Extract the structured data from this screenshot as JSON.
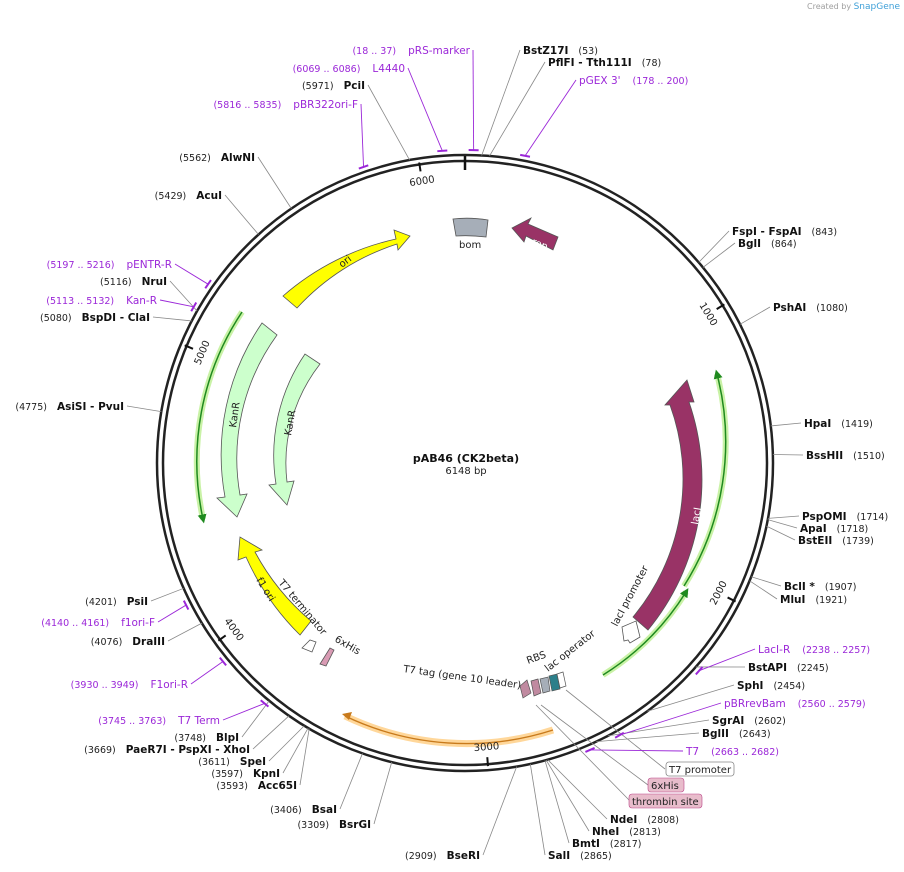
{
  "credit": {
    "prefix": "Created by",
    "brand": "SnapGene"
  },
  "plasmid": {
    "name": "pAB46 (CK2beta)",
    "size_label": "6148 bp",
    "length": 6148
  },
  "tick_labels": [
    {
      "bp": 1000,
      "label": "1000"
    },
    {
      "bp": 2000,
      "label": "2000"
    },
    {
      "bp": 3000,
      "label": "3000"
    },
    {
      "bp": 4000,
      "label": "4000"
    },
    {
      "bp": 5000,
      "label": "5000"
    },
    {
      "bp": 6000,
      "label": "6000"
    }
  ],
  "sites": [
    {
      "name": "BstZ17I",
      "pos": "(53)",
      "bp": 53
    },
    {
      "name": "PflFI  - Tth111I",
      "pos": "(78)",
      "bp": 78
    },
    {
      "name": "FspI  - FspAI",
      "pos": "(843)",
      "bp": 843
    },
    {
      "name": "BglI",
      "pos": "(864)",
      "bp": 864
    },
    {
      "name": "PshAI",
      "pos": "(1080)",
      "bp": 1080
    },
    {
      "name": "HpaI",
      "pos": "(1419)",
      "bp": 1419
    },
    {
      "name": "BssHII",
      "pos": "(1510)",
      "bp": 1510
    },
    {
      "name": "PspOMI",
      "pos": "(1714)",
      "bp": 1714
    },
    {
      "name": "ApaI",
      "pos": "(1718)",
      "bp": 1718
    },
    {
      "name": "BstEII",
      "pos": "(1739)",
      "bp": 1739
    },
    {
      "name": "BclI *",
      "pos": "(1907)",
      "bp": 1907
    },
    {
      "name": "MluI",
      "pos": "(1921)",
      "bp": 1921
    },
    {
      "name": "BstAPI",
      "pos": "(2245)",
      "bp": 2245
    },
    {
      "name": "SphI",
      "pos": "(2454)",
      "bp": 2454
    },
    {
      "name": "SgrAI",
      "pos": "(2602)",
      "bp": 2602
    },
    {
      "name": "BglII",
      "pos": "(2643)",
      "bp": 2643
    },
    {
      "name": "NdeI",
      "pos": "(2808)",
      "bp": 2808
    },
    {
      "name": "NheI",
      "pos": "(2813)",
      "bp": 2813
    },
    {
      "name": "BmtI",
      "pos": "(2817)",
      "bp": 2817
    },
    {
      "name": "SalI",
      "pos": "(2865)",
      "bp": 2865
    },
    {
      "name": "BseRI",
      "pos": "(2909)",
      "bp": 2909
    },
    {
      "name": "BsrGI",
      "pos": "(3309)",
      "bp": 3309
    },
    {
      "name": "BsaI",
      "pos": "(3406)",
      "bp": 3406
    },
    {
      "name": "Acc65I",
      "pos": "(3593)",
      "bp": 3593
    },
    {
      "name": "KpnI",
      "pos": "(3597)",
      "bp": 3597
    },
    {
      "name": "SpeI",
      "pos": "(3611)",
      "bp": 3611
    },
    {
      "name": "PaeR7I  - PspXI  - XhoI",
      "pos": "(3669)",
      "bp": 3669
    },
    {
      "name": "BlpI",
      "pos": "(3748)",
      "bp": 3748
    },
    {
      "name": "DraIII",
      "pos": "(4076)",
      "bp": 4076
    },
    {
      "name": "PsiI",
      "pos": "(4201)",
      "bp": 4201
    },
    {
      "name": "AsiSI  - PvuI",
      "pos": "(4775)",
      "bp": 4775
    },
    {
      "name": "BspDI  - ClaI",
      "pos": "(5080)",
      "bp": 5080
    },
    {
      "name": "NruI",
      "pos": "(5116)",
      "bp": 5116
    },
    {
      "name": "AcuI",
      "pos": "(5429)",
      "bp": 5429
    },
    {
      "name": "AlwNI",
      "pos": "(5562)",
      "bp": 5562
    },
    {
      "name": "PciI",
      "pos": "(5971)",
      "bp": 5971
    }
  ],
  "primers": [
    {
      "name": "pRS-marker",
      "range": "(18 .. 37)",
      "bp": 27
    },
    {
      "name": "L4440",
      "range": "(6069 .. 6086)",
      "bp": 6077
    },
    {
      "name": "pBR322ori-F",
      "range": "(5816 .. 5835)",
      "bp": 5825
    },
    {
      "name": "pGEX 3'",
      "range": "(178 .. 200)",
      "bp": 189
    },
    {
      "name": "pENTR-R",
      "range": "(5197 .. 5216)",
      "bp": 5206
    },
    {
      "name": "Kan-R",
      "range": "(5113 .. 5132)",
      "bp": 5122
    },
    {
      "name": "LacI-R",
      "range": "(2238 .. 2257)",
      "bp": 2247
    },
    {
      "name": "pBRrevBam",
      "range": "(2560 .. 2579)",
      "bp": 2569
    },
    {
      "name": "T7",
      "range": "(2663 .. 2682)",
      "bp": 2672
    },
    {
      "name": "f1ori-F",
      "range": "(4140 .. 4161)",
      "bp": 4150
    },
    {
      "name": "F1ori-R",
      "range": "(3930 .. 3949)",
      "bp": 3939
    },
    {
      "name": "T7 Term",
      "range": "(3745 .. 3763)",
      "bp": 3754
    }
  ],
  "features": [
    {
      "label": "ori",
      "color": "#ffff00"
    },
    {
      "label": "rop",
      "color": "#993366"
    },
    {
      "label": "bom",
      "color": "#a6aeb8"
    },
    {
      "label": "KanR",
      "color": "#ccffcc"
    },
    {
      "label": "KanR",
      "color": "#ccffcc"
    },
    {
      "label": "lacI",
      "color": "#993366"
    },
    {
      "label": "lacI promoter",
      "color": "#ffffff"
    },
    {
      "label": "f1 ori",
      "color": "#ffff00"
    },
    {
      "label": "T7 terminator",
      "color": "#ffffff"
    },
    {
      "label": "6xHis",
      "color": "#d99bb4"
    },
    {
      "label": "T7 tag (gene 10 leader)",
      "color": "#ffb347"
    },
    {
      "label": "RBS",
      "color": "#c08aa0"
    },
    {
      "label": "lac operator",
      "color": "#2c7f8a"
    }
  ],
  "boxed_labels": [
    {
      "label": "T7 promoter",
      "fill": "#ffffff"
    },
    {
      "label": "6xHis",
      "fill": "#e8bccb"
    },
    {
      "label": "thrombin site",
      "fill": "#e8bccb"
    }
  ],
  "colors": {
    "primer": "#9b27d8",
    "orf_green": "#1f8a1f",
    "backbone": "#222222"
  }
}
